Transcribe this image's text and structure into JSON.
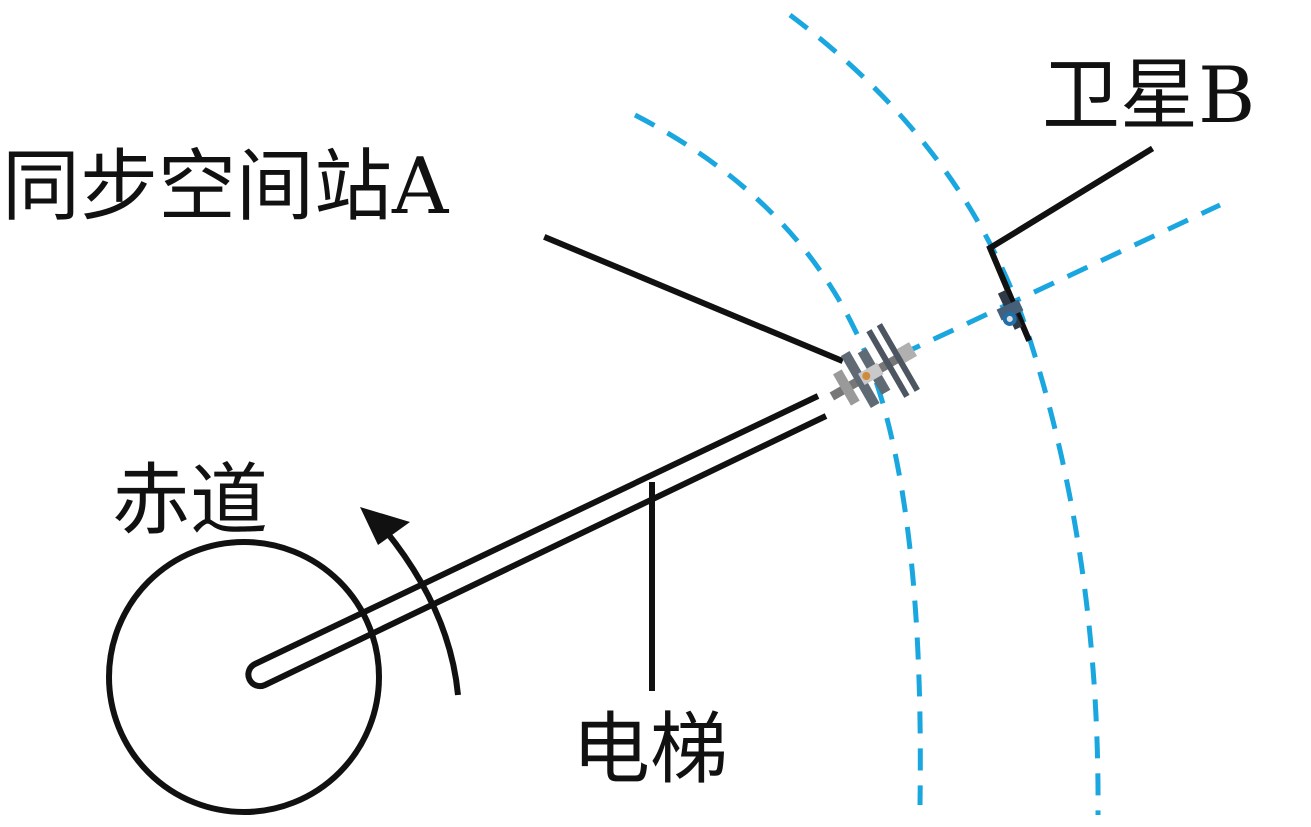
{
  "labels": {
    "station": "同步空间站A",
    "satellite": "卫星B",
    "equator": "赤道",
    "elevator": "电梯"
  },
  "colors": {
    "orbit": "#1aa7e0",
    "line": "#111111",
    "background": "#ffffff"
  },
  "icons": {
    "station": "space-station-icon",
    "satellite": "satellite-icon",
    "rotation": "rotation-arrow-icon"
  }
}
